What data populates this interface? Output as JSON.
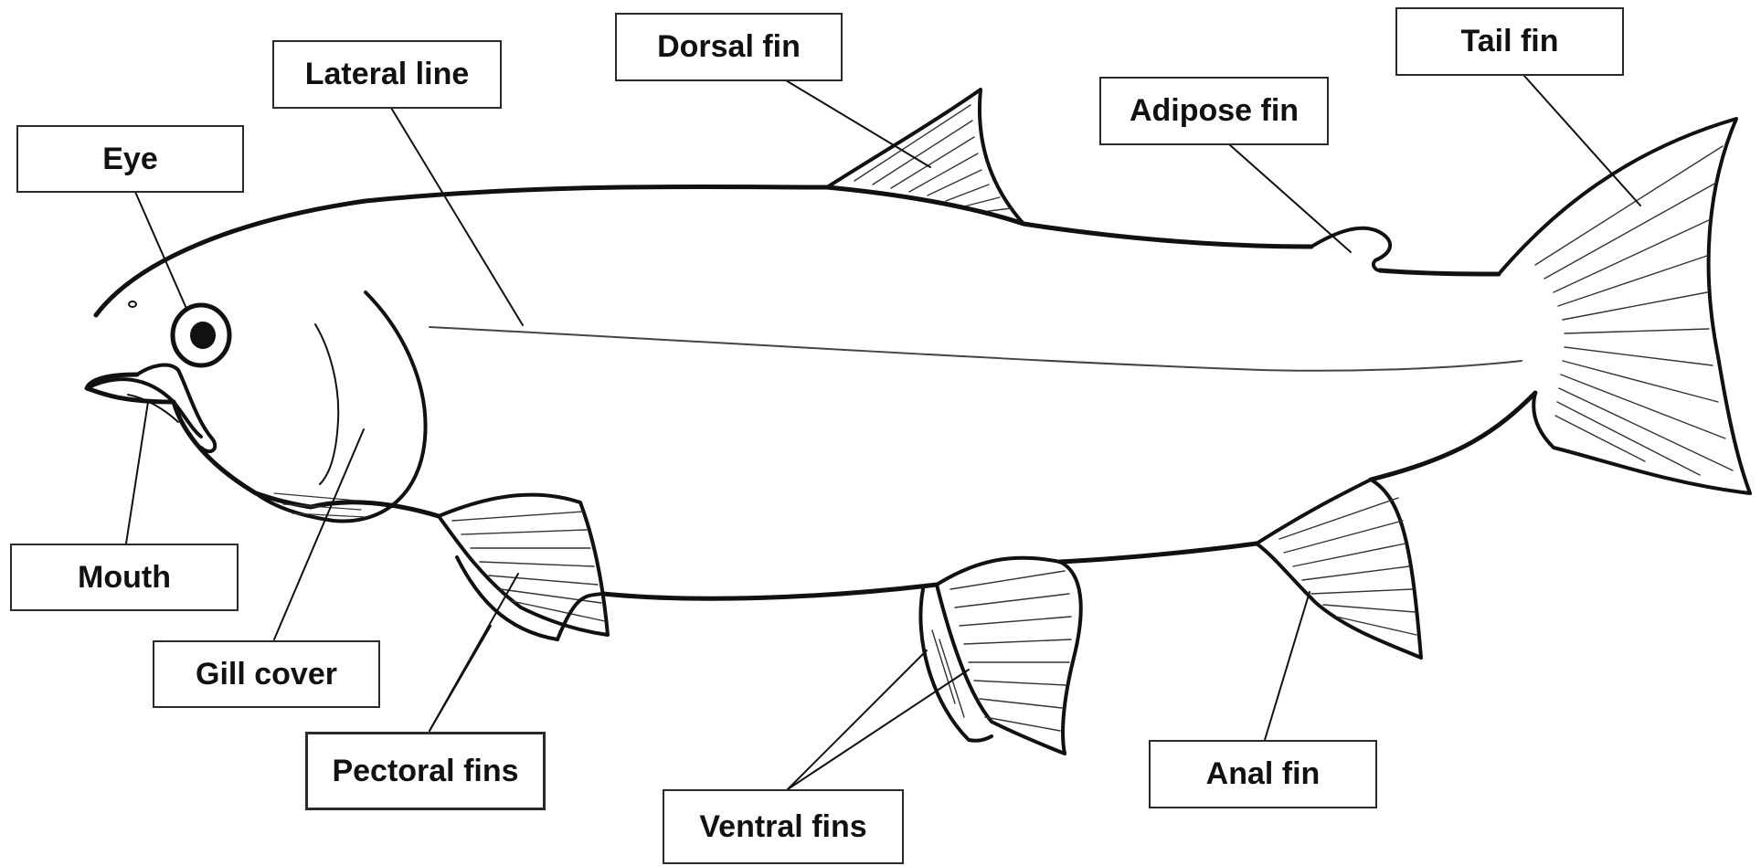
{
  "labels": {
    "eye": "Eye",
    "lateral_line": "Lateral line",
    "dorsal_fin": "Dorsal fin",
    "adipose_fin": "Adipose fin",
    "tail_fin": "Tail fin",
    "mouth": "Mouth",
    "gill_cover": "Gill cover",
    "pectoral_fins": "Pectoral fins",
    "ventral_fins": "Ventral fins",
    "anal_fin": "Anal fin"
  },
  "colors": {
    "outline": "#111111",
    "fin_rays": "#333333",
    "label_border": "#2a2a2a",
    "background": "#ffffff"
  }
}
